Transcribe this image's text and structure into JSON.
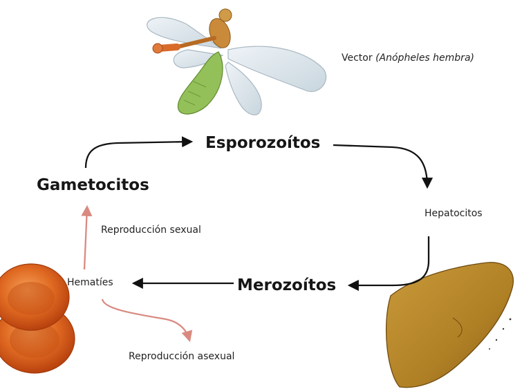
{
  "diagram": {
    "vector": {
      "label": "Vector",
      "species": "(Anópheles hembra)",
      "icon": "mosquito-icon"
    },
    "nodes": {
      "esporozoitos": "Esporozoítos",
      "gametocitos": "Gametocitos",
      "merozoitos": "Merozoítos",
      "hepatocitos": "Hepatocitos",
      "hematies": "Hematíes"
    },
    "edges": {
      "sexual": "Reproducción sexual",
      "asexual": "Reproducción asexual"
    },
    "icons": {
      "red_cells": "red-blood-cells-icon",
      "liver": "liver-icon"
    },
    "colors": {
      "cycle_arrow": "#111111",
      "reproduction_arrow": "#d98a80",
      "liver": "#b9862a",
      "red_cells": "#d8571a",
      "mosquito_body": "#94c05a",
      "mosquito_head": "#c98a3a"
    }
  }
}
